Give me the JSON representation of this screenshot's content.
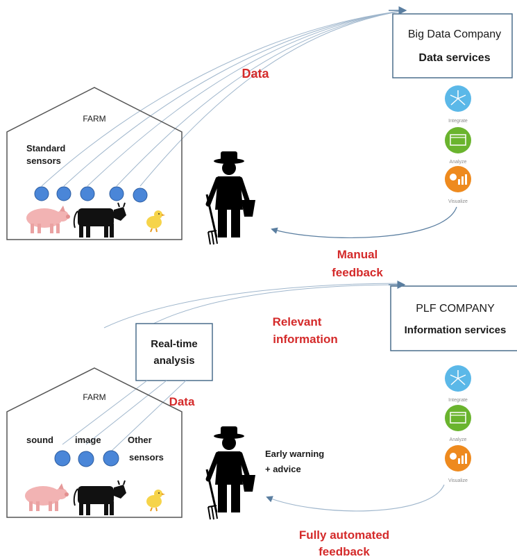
{
  "top": {
    "company_name": "Big Data Company",
    "company_service": "Data services",
    "flow_label": "Data",
    "farm_label": "FARM",
    "sensors_line1": "Standard",
    "sensors_line2": "sensors",
    "feedback_line1": "Manual",
    "feedback_line2": "feedback",
    "icon_labels": [
      "Integrate",
      "Analyze",
      "Visualize"
    ]
  },
  "bottom": {
    "company_name": "PLF COMPANY",
    "company_service": "Information services",
    "relevant_line1": "Relevant",
    "relevant_line2": "information",
    "analysis_line1": "Real-time",
    "analysis_line2": "analysis",
    "flow_label": "Data",
    "farm_label": "FARM",
    "sensor_sound": "sound",
    "sensor_image": "image",
    "sensor_other_line1": "Other",
    "sensor_other_line2": "sensors",
    "warning_line1": "Early warning",
    "warning_line2": "+ advice",
    "feedback_line1": "Fully automated",
    "feedback_line2": "feedback",
    "icon_labels": [
      "Integrate",
      "Analyze",
      "Visualize"
    ]
  },
  "colors": {
    "accent_red": "#d42a2a",
    "box_border": "#4a6d8c",
    "sensor_fill": "#4a86d8",
    "arrow_line": "#9fb6cc",
    "icon_integrate": "#5bb8e8",
    "icon_analyze": "#6ab42e",
    "icon_visualize": "#ee8a1e"
  },
  "icons": [
    "network-icon",
    "chart-window-icon",
    "pie-bar-chart-icon",
    "pig-icon",
    "cow-icon",
    "chick-icon",
    "farmer-icon"
  ]
}
